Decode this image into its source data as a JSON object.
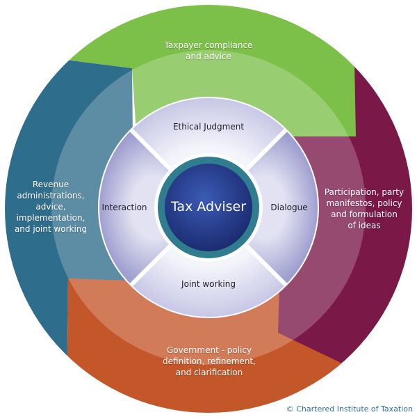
{
  "outer_segments": {
    "top": {
      "text": "Taxpayer compliance and advice",
      "line1": "Taxpayer compliance",
      "line2": "and advice",
      "color": "#7cc04a"
    },
    "right": {
      "text": "Participation, party manifestos, policy and formulation of ideas",
      "line1": "Participation, party",
      "line2": "manifestos, policy",
      "line3": "and formulation",
      "line4": "of ideas",
      "color": "#7a1848"
    },
    "bottom": {
      "text": "Government - policy definition, refinement, and clarification",
      "line1": "Government - policy",
      "line2": "definition, refinement,",
      "line3": "and clarification",
      "color": "#c4572a"
    },
    "left": {
      "text": "Revenue administrations, advice, implementation, and joint working",
      "line1": "Revenue",
      "line2": "administrations,",
      "line3": "advice,",
      "line4": "implementation,",
      "line5": "and joint working",
      "color": "#2f6d8c"
    }
  },
  "inner_segments": {
    "top": "Ethical Judgment",
    "right": "Dialogue",
    "bottom": "Joint working",
    "left": "Interaction"
  },
  "center": {
    "title": "Tax Adviser",
    "color": "#2a3f8f",
    "ring_color": "#2f7d8e"
  },
  "copyright": "© Chartered Institute of Taxation"
}
